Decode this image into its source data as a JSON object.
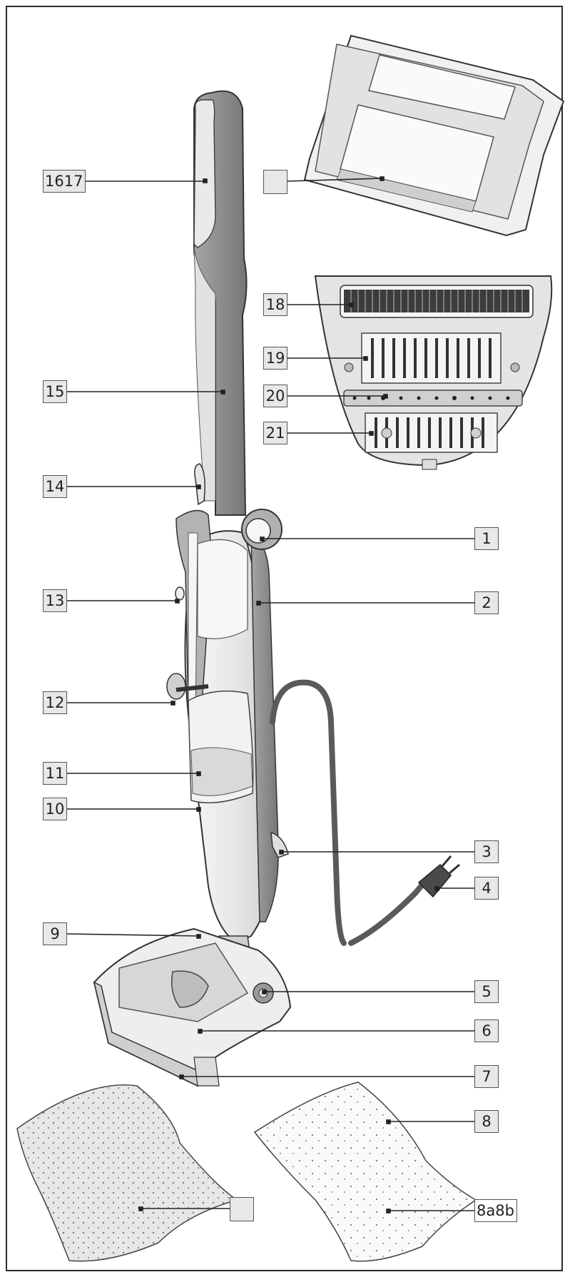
{
  "callouts": {
    "c1": "1",
    "c2": "2",
    "c3": "3",
    "c4": "4",
    "c5": "5",
    "c6": "6",
    "c7": "7",
    "c8": "8",
    "c8a8b": "8a8b",
    "c9": "9",
    "c10": "10",
    "c11": "11",
    "c12": "12",
    "c13": "13",
    "c14": "14",
    "c15": "15",
    "c1617": "1617",
    "c18": "18",
    "c19": "19",
    "c20": "20",
    "c21": "21",
    "blank_top": "",
    "blank_bottom": ""
  },
  "colors": {
    "body_dark": "#8a8a8a",
    "body_light": "#ececec",
    "outline": "#3a3a3a",
    "callout_fill": "#e8e8e8",
    "cord": "#5a5a5a"
  }
}
